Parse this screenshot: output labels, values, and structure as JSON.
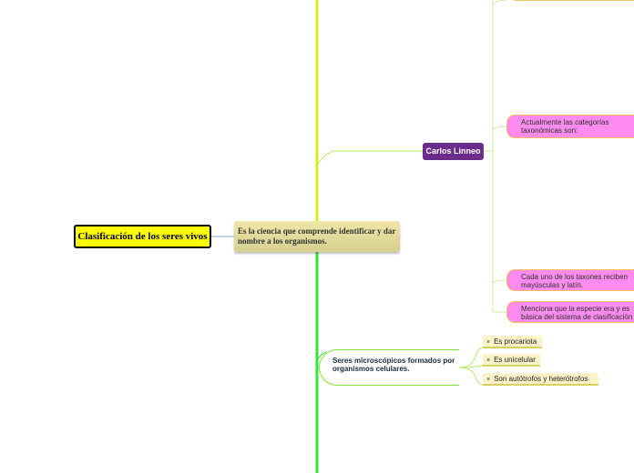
{
  "root": {
    "label": "Clasificación de los seres vivos"
  },
  "definition": {
    "text": "Es la ciencia que comprende identificar y dar nombre a los organismos."
  },
  "carlos_linneo": {
    "label": "Carlos Linneo",
    "children": [
      {
        "text": "Actualmente las categorías taxonómicas son:"
      },
      {
        "text": "Cada uno de los taxones reciben mayúsculas y latín."
      },
      {
        "text": "Menciona que la especie era y es básica del sistema de clasificación"
      }
    ]
  },
  "microscopicos": {
    "label": "Seres microscópicos formados por organismos celulares.",
    "children": [
      {
        "text": "Es procariota"
      },
      {
        "text": "Es unicelular"
      },
      {
        "text": "Son autótrofos y heterótrofos"
      }
    ]
  },
  "colors": {
    "root_fill": "#ffff00",
    "carlos_fill": "#6b2c8c",
    "pink_fill": "#fc8bef",
    "trunk_yellow": "#d8ee18",
    "trunk_green": "#33e533",
    "link_green": "#b6ea6a"
  }
}
